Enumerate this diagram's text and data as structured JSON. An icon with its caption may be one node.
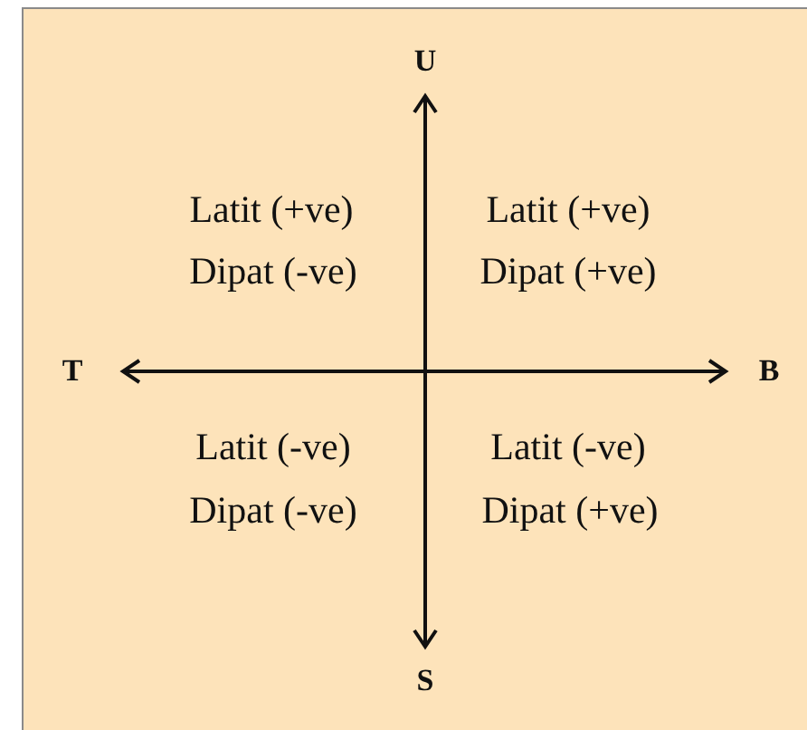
{
  "diagram": {
    "labels": [
      "U",
      "Latit (+ve)",
      "Latit (+ve)",
      "Dipat (-ve)",
      "Dipat (+ve)",
      "T",
      "B",
      "Latit (-ve)",
      "Latit (-ve)",
      "Dipat (-ve)",
      "Dipat (+ve)",
      "S"
    ]
  }
}
